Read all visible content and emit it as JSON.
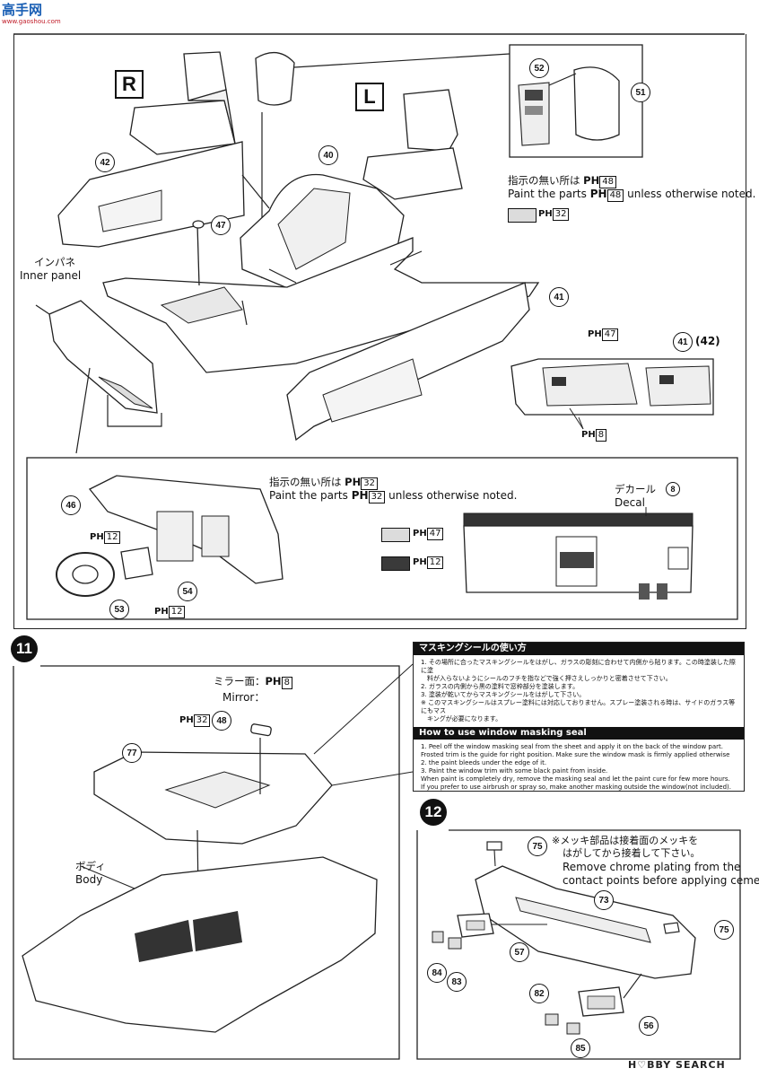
{
  "header": {
    "site_logo": "高手网",
    "site_url": "www.gaoshou.com"
  },
  "main_panel": {
    "right_label": "R",
    "left_label": "L",
    "note_jp": "指示の無い所は",
    "note_ph": "PH",
    "note_num_top": "48",
    "note_en_pre": "Paint the parts",
    "note_en_post": "unless otherwise noted.",
    "swatch_color_num": "32",
    "inner_panel_jp": "インパネ",
    "inner_panel_en": "Inner panel",
    "parts": {
      "p40": "40",
      "p41": "41",
      "p42": "42",
      "p47": "47",
      "p51": "51",
      "p52": "52"
    },
    "door_detail": {
      "ph_a": "47",
      "parts_label_a": "41",
      "parts_label_b": "(42)",
      "ph_b": "8"
    }
  },
  "dash_panel": {
    "note_jp": "指示の無い所は",
    "note_num": "32",
    "note_en_pre": "Paint the parts",
    "note_en_post": "unless otherwise noted.",
    "decal_jp": "デカール",
    "decal_en": "Decal",
    "decal_num": "8",
    "swatch_light_num": "47",
    "swatch_dark_num": "12",
    "ph_label_a": "12",
    "ph_label_b": "12",
    "parts": {
      "p46": "46",
      "p53": "53",
      "p54": "54"
    }
  },
  "step11": {
    "step_num": "11",
    "mirror_jp": "ミラー面：",
    "mirror_en": "Mirror：",
    "mirror_num": "8",
    "ph_num": "32",
    "body_jp": "ボディ",
    "body_en": "Body",
    "parts": {
      "p48": "48",
      "p77": "77"
    }
  },
  "masking": {
    "title_jp": "マスキングシールの使い方",
    "lines_jp": [
      "1. その場所に合ったマスキングシールをはがし、ガラスの彫刻に合わせて内側から貼ります。この時塗装した際に塗",
      "　料が入らないようにシールのフチを指などで強く押さえしっかりと密着させて下さい。",
      "2. ガラスの内側から黒の塗料で窓枠部分を塗装します。",
      "3. 塗装が乾いてからマスキングシールをはがして下さい。",
      "※ このマスキングシールはスプレー塗料には対応しておりません。スプレー塗装される時は、サイドのガラス等にもマス",
      "　キングが必要になります。"
    ],
    "title_en": "How to use window masking seal",
    "lines_en": [
      "1. Peel off the window masking seal from the sheet and apply it on the back of the window part.",
      "    Frosted trim is the guide for right position. Make sure the window mask is firmly applied otherwise",
      "2. the paint bleeds under the edge of it.",
      "3. Paint the window trim with some black paint from inside.",
      "    When paint is completely dry, remove the masking seal and let the paint cure for few more hours.",
      "    If you prefer to use airbrush or spray so, make another masking outside the window(not included)."
    ]
  },
  "step12": {
    "step_num": "12",
    "note_jp": "※メッキ部品は接着面のメッキを",
    "note_jp2": "はがしてから接着して下さい。",
    "note_en": "Remove chrome plating from the",
    "note_en2": "contact points before applying cement.",
    "parts": {
      "p56": "56",
      "p57": "57",
      "p73": "73",
      "p75a": "75",
      "p75b": "75",
      "p82": "82",
      "p83": "83",
      "p84": "84",
      "p85": "85"
    }
  },
  "footer": {
    "watermark": "H♡BBY SEARCH"
  },
  "colors": {
    "light_swatch": "#dcdcdc",
    "dark_swatch": "#3a3a3a",
    "line": "#222222"
  }
}
